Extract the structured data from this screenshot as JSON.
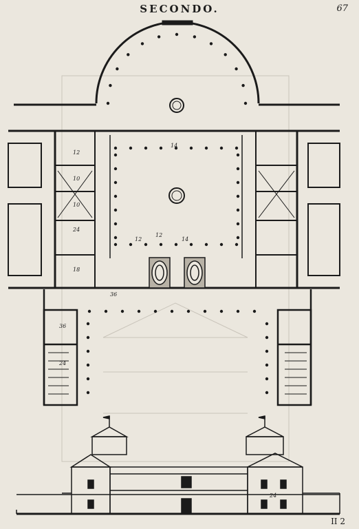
{
  "header": {
    "title": "SECONDO.",
    "page_number": "67"
  },
  "footer": {
    "signature": "II 2"
  },
  "plan_labels": {
    "d1": "12",
    "d2": "14",
    "d3": "10",
    "d4": "10",
    "d5": "24",
    "d6": "18",
    "d7": "12",
    "d8": "14",
    "d9": "12",
    "d10": "36",
    "d11": "24",
    "d12": "36",
    "d13": "24"
  },
  "ink_color": "#1b1b1b",
  "paper_color": "#ebe7de"
}
